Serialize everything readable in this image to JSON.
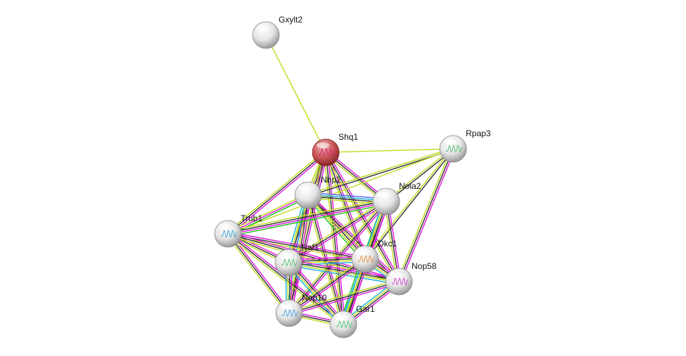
{
  "evidence_colors": {
    "textmining": "#c4dc2a",
    "coexpression": "#3a3a3a",
    "experiments": "#e020e0",
    "databases": "#20b8dc",
    "neighborhood": "#28c028",
    "homology": "#6a6aff"
  },
  "query_node_color": "#c0393b",
  "nodes": [
    {
      "id": "Gxylt2",
      "label": "Gxylt2",
      "has_structure": false
    },
    {
      "id": "Shq1",
      "label": "Shq1",
      "query": true,
      "has_structure": true
    },
    {
      "id": "Rpap3",
      "label": "Rpap3",
      "has_structure": true
    },
    {
      "id": "Nhp2",
      "label": "Nhp2",
      "has_structure": false
    },
    {
      "id": "Nola2",
      "label": "Nola2",
      "has_structure": false
    },
    {
      "id": "Trub1",
      "label": "Trub1",
      "has_structure": true
    },
    {
      "id": "Naf1",
      "label": "Naf1",
      "has_structure": true
    },
    {
      "id": "Dkc1",
      "label": "Dkc1",
      "has_structure": true
    },
    {
      "id": "Nop58",
      "label": "Nop58",
      "has_structure": true
    },
    {
      "id": "Nop10",
      "label": "Nop10",
      "has_structure": true
    },
    {
      "id": "Gar1",
      "label": "Gar1",
      "has_structure": true
    }
  ],
  "edges": [
    {
      "a": "Gxylt2",
      "b": "Shq1",
      "ev": [
        "textmining"
      ]
    },
    {
      "a": "Shq1",
      "b": "Rpap3",
      "ev": [
        "textmining"
      ]
    },
    {
      "a": "Shq1",
      "b": "Nhp2",
      "ev": [
        "experiments",
        "coexpression",
        "textmining"
      ]
    },
    {
      "a": "Shq1",
      "b": "Nola2",
      "ev": [
        "experiments",
        "coexpression",
        "textmining"
      ]
    },
    {
      "a": "Shq1",
      "b": "Trub1",
      "ev": [
        "experiments",
        "coexpression",
        "textmining"
      ]
    },
    {
      "a": "Shq1",
      "b": "Naf1",
      "ev": [
        "experiments",
        "coexpression",
        "textmining"
      ]
    },
    {
      "a": "Shq1",
      "b": "Dkc1",
      "ev": [
        "experiments",
        "coexpression",
        "textmining"
      ]
    },
    {
      "a": "Shq1",
      "b": "Nop58",
      "ev": [
        "experiments",
        "coexpression",
        "textmining"
      ]
    },
    {
      "a": "Shq1",
      "b": "Nop10",
      "ev": [
        "experiments",
        "coexpression",
        "textmining"
      ]
    },
    {
      "a": "Shq1",
      "b": "Gar1",
      "ev": [
        "experiments",
        "coexpression",
        "textmining"
      ]
    },
    {
      "a": "Rpap3",
      "b": "Nhp2",
      "ev": [
        "coexpression",
        "textmining"
      ]
    },
    {
      "a": "Rpap3",
      "b": "Nola2",
      "ev": [
        "coexpression",
        "textmining"
      ]
    },
    {
      "a": "Rpap3",
      "b": "Dkc1",
      "ev": [
        "coexpression",
        "textmining"
      ]
    },
    {
      "a": "Rpap3",
      "b": "Nop58",
      "ev": [
        "experiments",
        "coexpression",
        "textmining"
      ]
    },
    {
      "a": "Rpap3",
      "b": "Trub1",
      "ev": [
        "textmining"
      ]
    },
    {
      "a": "Nhp2",
      "b": "Nola2",
      "ev": [
        "homology",
        "databases",
        "coexpression",
        "textmining"
      ]
    },
    {
      "a": "Nhp2",
      "b": "Trub1",
      "ev": [
        "neighborhood",
        "experiments",
        "textmining"
      ]
    },
    {
      "a": "Nhp2",
      "b": "Naf1",
      "ev": [
        "experiments",
        "coexpression",
        "textmining",
        "databases"
      ]
    },
    {
      "a": "Nhp2",
      "b": "Dkc1",
      "ev": [
        "experiments",
        "coexpression",
        "textmining",
        "neighborhood"
      ]
    },
    {
      "a": "Nhp2",
      "b": "Nop58",
      "ev": [
        "experiments",
        "coexpression",
        "textmining"
      ]
    },
    {
      "a": "Nhp2",
      "b": "Nop10",
      "ev": [
        "experiments",
        "coexpression",
        "textmining",
        "databases"
      ]
    },
    {
      "a": "Nhp2",
      "b": "Gar1",
      "ev": [
        "experiments",
        "coexpression",
        "textmining"
      ]
    },
    {
      "a": "Nola2",
      "b": "Trub1",
      "ev": [
        "neighborhood",
        "experiments",
        "coexpression",
        "textmining"
      ]
    },
    {
      "a": "Nola2",
      "b": "Naf1",
      "ev": [
        "experiments",
        "coexpression",
        "textmining"
      ]
    },
    {
      "a": "Nola2",
      "b": "Dkc1",
      "ev": [
        "experiments",
        "coexpression",
        "textmining",
        "neighborhood"
      ]
    },
    {
      "a": "Nola2",
      "b": "Nop58",
      "ev": [
        "experiments",
        "coexpression",
        "textmining"
      ]
    },
    {
      "a": "Nola2",
      "b": "Nop10",
      "ev": [
        "experiments",
        "coexpression",
        "textmining"
      ]
    },
    {
      "a": "Nola2",
      "b": "Gar1",
      "ev": [
        "experiments",
        "coexpression",
        "textmining",
        "databases"
      ]
    },
    {
      "a": "Trub1",
      "b": "Naf1",
      "ev": [
        "experiments",
        "coexpression",
        "textmining"
      ]
    },
    {
      "a": "Trub1",
      "b": "Dkc1",
      "ev": [
        "experiments",
        "coexpression",
        "textmining"
      ]
    },
    {
      "a": "Trub1",
      "b": "Nop58",
      "ev": [
        "experiments",
        "coexpression",
        "textmining"
      ]
    },
    {
      "a": "Trub1",
      "b": "Nop10",
      "ev": [
        "experiments",
        "coexpression",
        "textmining"
      ]
    },
    {
      "a": "Trub1",
      "b": "Gar1",
      "ev": [
        "experiments",
        "coexpression",
        "textmining"
      ]
    },
    {
      "a": "Naf1",
      "b": "Dkc1",
      "ev": [
        "experiments",
        "coexpression",
        "textmining",
        "databases"
      ]
    },
    {
      "a": "Naf1",
      "b": "Nop58",
      "ev": [
        "experiments",
        "coexpression",
        "textmining",
        "databases"
      ]
    },
    {
      "a": "Naf1",
      "b": "Nop10",
      "ev": [
        "experiments",
        "coexpression",
        "textmining",
        "databases"
      ]
    },
    {
      "a": "Naf1",
      "b": "Gar1",
      "ev": [
        "experiments",
        "coexpression",
        "textmining",
        "databases"
      ]
    },
    {
      "a": "Dkc1",
      "b": "Nop58",
      "ev": [
        "experiments",
        "coexpression",
        "textmining",
        "databases"
      ]
    },
    {
      "a": "Dkc1",
      "b": "Nop10",
      "ev": [
        "experiments",
        "coexpression",
        "textmining"
      ]
    },
    {
      "a": "Dkc1",
      "b": "Gar1",
      "ev": [
        "experiments",
        "coexpression",
        "textmining",
        "databases",
        "neighborhood"
      ]
    },
    {
      "a": "Nop58",
      "b": "Nop10",
      "ev": [
        "experiments",
        "coexpression",
        "textmining"
      ]
    },
    {
      "a": "Nop58",
      "b": "Gar1",
      "ev": [
        "experiments",
        "coexpression",
        "textmining",
        "databases"
      ]
    },
    {
      "a": "Nop10",
      "b": "Gar1",
      "ev": [
        "experiments",
        "coexpression",
        "textmining"
      ]
    }
  ]
}
